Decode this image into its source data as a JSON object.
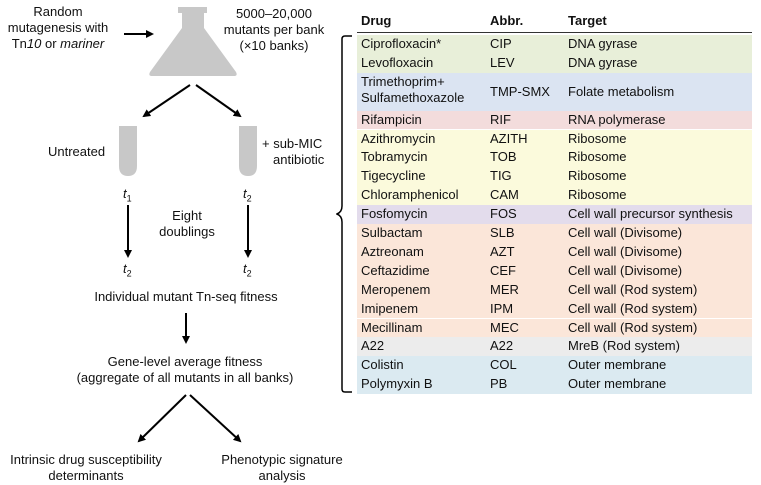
{
  "flow": {
    "mutagenesis": [
      "Random",
      "mutagenesis with",
      "Tn10 or mariner"
    ],
    "mutants": [
      "5000–20,000",
      "mutants per bank",
      "(×10 banks)"
    ],
    "untreated": "Untreated",
    "antibiotic": [
      "+ sub-MIC",
      "antibiotic"
    ],
    "t1": "t",
    "t1_sub": "1",
    "t2": "t",
    "t2_sub": "2",
    "doublings": [
      "Eight",
      "doublings"
    ],
    "fitness": "Individual mutant Tn-seq fitness",
    "average": [
      "Gene-level average fitness",
      "(aggregate of all mutants in all banks)"
    ],
    "intrinsic": [
      "Intrinsic drug susceptibility",
      "determinants"
    ],
    "signature": [
      "Phenotypic signature",
      "analysis"
    ]
  },
  "table": {
    "headers": [
      "Drug",
      "Abbr.",
      "Target"
    ],
    "rows": [
      {
        "drug": "Ciprofloxacin*",
        "abbr": "CIP",
        "target": "DNA gyrase",
        "color": "#e8efd9"
      },
      {
        "drug": "Levofloxacin",
        "abbr": "LEV",
        "target": "DNA gyrase",
        "color": "#e8efd9"
      },
      {
        "drug": "Trimethoprim+ Sulfamethoxazole",
        "drug_lines": [
          "Trimethoprim+",
          "Sulfamethoxazole"
        ],
        "abbr": "TMP-SMX",
        "target": "Folate metabolism",
        "color": "#dbe4f2"
      },
      {
        "drug": "Rifampicin",
        "abbr": "RIF",
        "target": "RNA polymerase",
        "color": "#f3dcdc"
      },
      {
        "drug": "Azithromycin",
        "abbr": "AZITH",
        "target": "Ribosome",
        "color": "#fbfadc"
      },
      {
        "drug": "Tobramycin",
        "abbr": "TOB",
        "target": "Ribosome",
        "color": "#fbfadc"
      },
      {
        "drug": "Tigecycline",
        "abbr": "TIG",
        "target": "Ribosome",
        "color": "#fbfadc"
      },
      {
        "drug": "Chloramphenicol",
        "abbr": "CAM",
        "target": "Ribosome",
        "color": "#fbfadc"
      },
      {
        "drug": "Fosfomycin",
        "abbr": "FOS",
        "target": "Cell wall precursor synthesis",
        "color": "#e3dcec"
      },
      {
        "drug": "Sulbactam",
        "abbr": "SLB",
        "target": "Cell wall (Divisome)",
        "color": "#fbe6d9"
      },
      {
        "drug": "Aztreonam",
        "abbr": "AZT",
        "target": "Cell wall (Divisome)",
        "color": "#fbe6d9"
      },
      {
        "drug": "Ceftazidime",
        "abbr": "CEF",
        "target": "Cell wall (Divisome)",
        "color": "#fbe6d9"
      },
      {
        "drug": "Meropenem",
        "abbr": "MER",
        "target": "Cell wall (Rod system)",
        "color": "#fbe6d9"
      },
      {
        "drug": "Imipenem",
        "abbr": "IPM",
        "target": "Cell wall (Rod system)",
        "color": "#fbe6d9"
      },
      {
        "drug": "Mecillinam",
        "abbr": "MEC",
        "target": "Cell wall (Rod system)",
        "color": "#fbe6d9"
      },
      {
        "drug": "A22",
        "abbr": "A22",
        "target": "MreB (Rod system)",
        "color": "#ececec"
      },
      {
        "drug": "Colistin",
        "abbr": "COL",
        "target": "Outer membrane",
        "color": "#dbeaf1"
      },
      {
        "drug": "Polymyxin B",
        "abbr": "PB",
        "target": "Outer membrane",
        "color": "#dbeaf1"
      }
    ]
  },
  "colors": {
    "flask": "#c8c8c8",
    "tube": "#c8c8c8",
    "arrow": "#000000"
  }
}
